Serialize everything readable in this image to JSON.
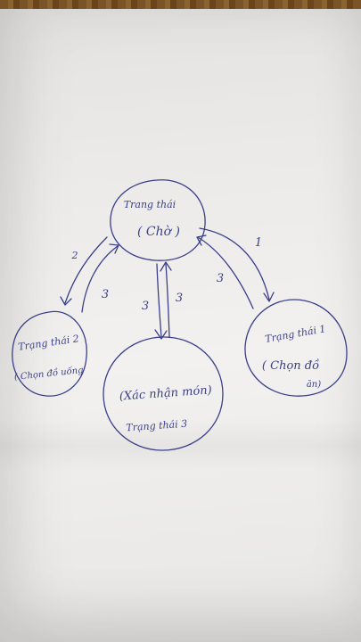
{
  "nodes": {
    "center": {
      "line1": "Trang thái",
      "line2": "( Chờ )"
    },
    "left": {
      "line1": "Trạng thái 2",
      "line2": "( Chọn đồ uống"
    },
    "right": {
      "line1": "Trạng thái 1",
      "line2": "( Chọn đồ",
      "line3": "ăn)"
    },
    "bottom": {
      "line1": "(Xác nhận món)",
      "line2": "Trạng thái 3"
    }
  },
  "edges": {
    "center_to_left": "2",
    "left_to_center": "3",
    "center_to_bottom": "3",
    "bottom_to_center": "3",
    "right_to_center": "3",
    "center_to_right": "1"
  },
  "colors": {
    "ink": "#3a3f8a",
    "paper": "#efeeec",
    "wood": "#7a5426"
  }
}
